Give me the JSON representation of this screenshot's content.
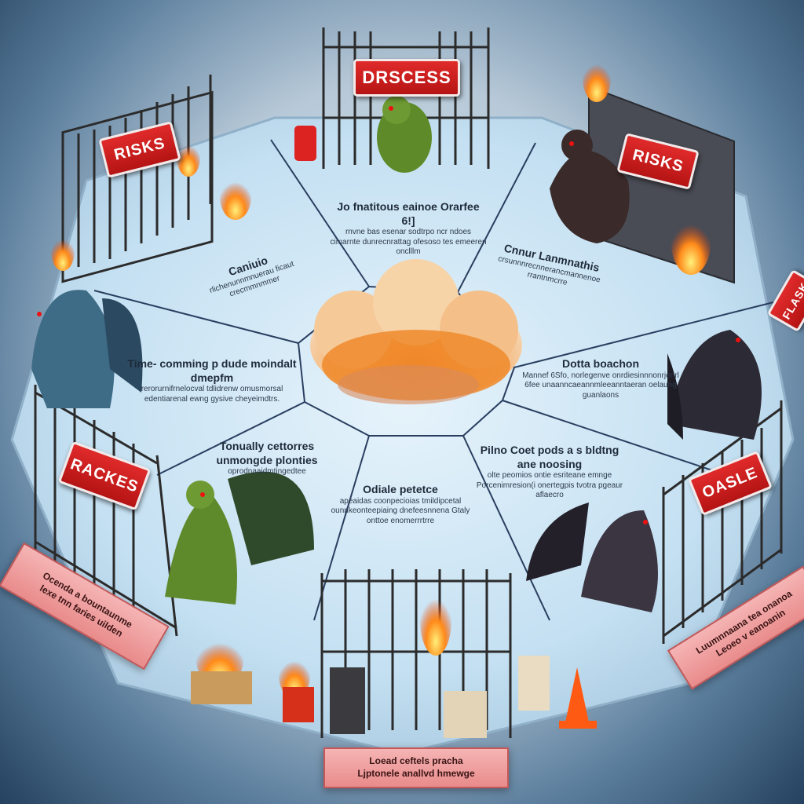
{
  "signs": {
    "top": "DRSCESS",
    "top_left": "RISKS",
    "top_right": "RISKS",
    "left": "RACKES",
    "right": "OASLE",
    "far_right": "FLASK"
  },
  "segments": [
    {
      "title": "Jo fnatitous eainoe Orarfee 6!]",
      "body": "rnvne bas esenar sodtrpo ncr ndoes cimarnte dunrecnrattag ofesoso tes emeeren onclllm"
    },
    {
      "title": "Caniuio",
      "body": "rlichenunnmnuerau ficaut crecmmnmmer"
    },
    {
      "title": "Cnnur Lanmnathis",
      "body": "crsunnnrecnnerancmannenoe rrantnmcrre"
    },
    {
      "title": "Time- comming p dude moindalt dmepfm",
      "body": "rerorurnifrnelocval tdlidrenw omusmorsal edentiarenal ewng gysive cheyeimdtrs."
    },
    {
      "title": "Dotta boachon",
      "body": "Mannef 6Sfo, norlegenve onrdiesinnnonrjenrl 6fee unaanncaeannmleeanntaeran oelaung guanlaons"
    },
    {
      "title": "Tonually cettorres unmongde plonties",
      "body": "oprodnaaidmtingedtee"
    },
    {
      "title": "Odiale petetce",
      "body": "apeaidas coonpecioias tmildipcetal ounnkeonteepiaing dnefeesnnena Gtaly onttoe enomerrrtrre"
    },
    {
      "title": "Pilno Coet pods a s bldtng ane noosing",
      "body": "olte peomios ontie esriteane emnge Porcenimresion(i onertegpis tvotra pgeaur aflaecro"
    }
  ],
  "banners": {
    "left": [
      "Ocenda a bountaunme",
      "lexe tnn faries uilden"
    ],
    "right": [
      "Luumnnaana tea onanoa",
      "Leoeo v eanoanin"
    ],
    "bottom": [
      "Loead ceftels pracha",
      "Ljptonele anallvd hmewge"
    ]
  },
  "colors": {
    "plate": "#cfe6f5",
    "sign": "#d21f1f",
    "banner": "#f0a0a0",
    "cloud": "#f29a3c"
  }
}
